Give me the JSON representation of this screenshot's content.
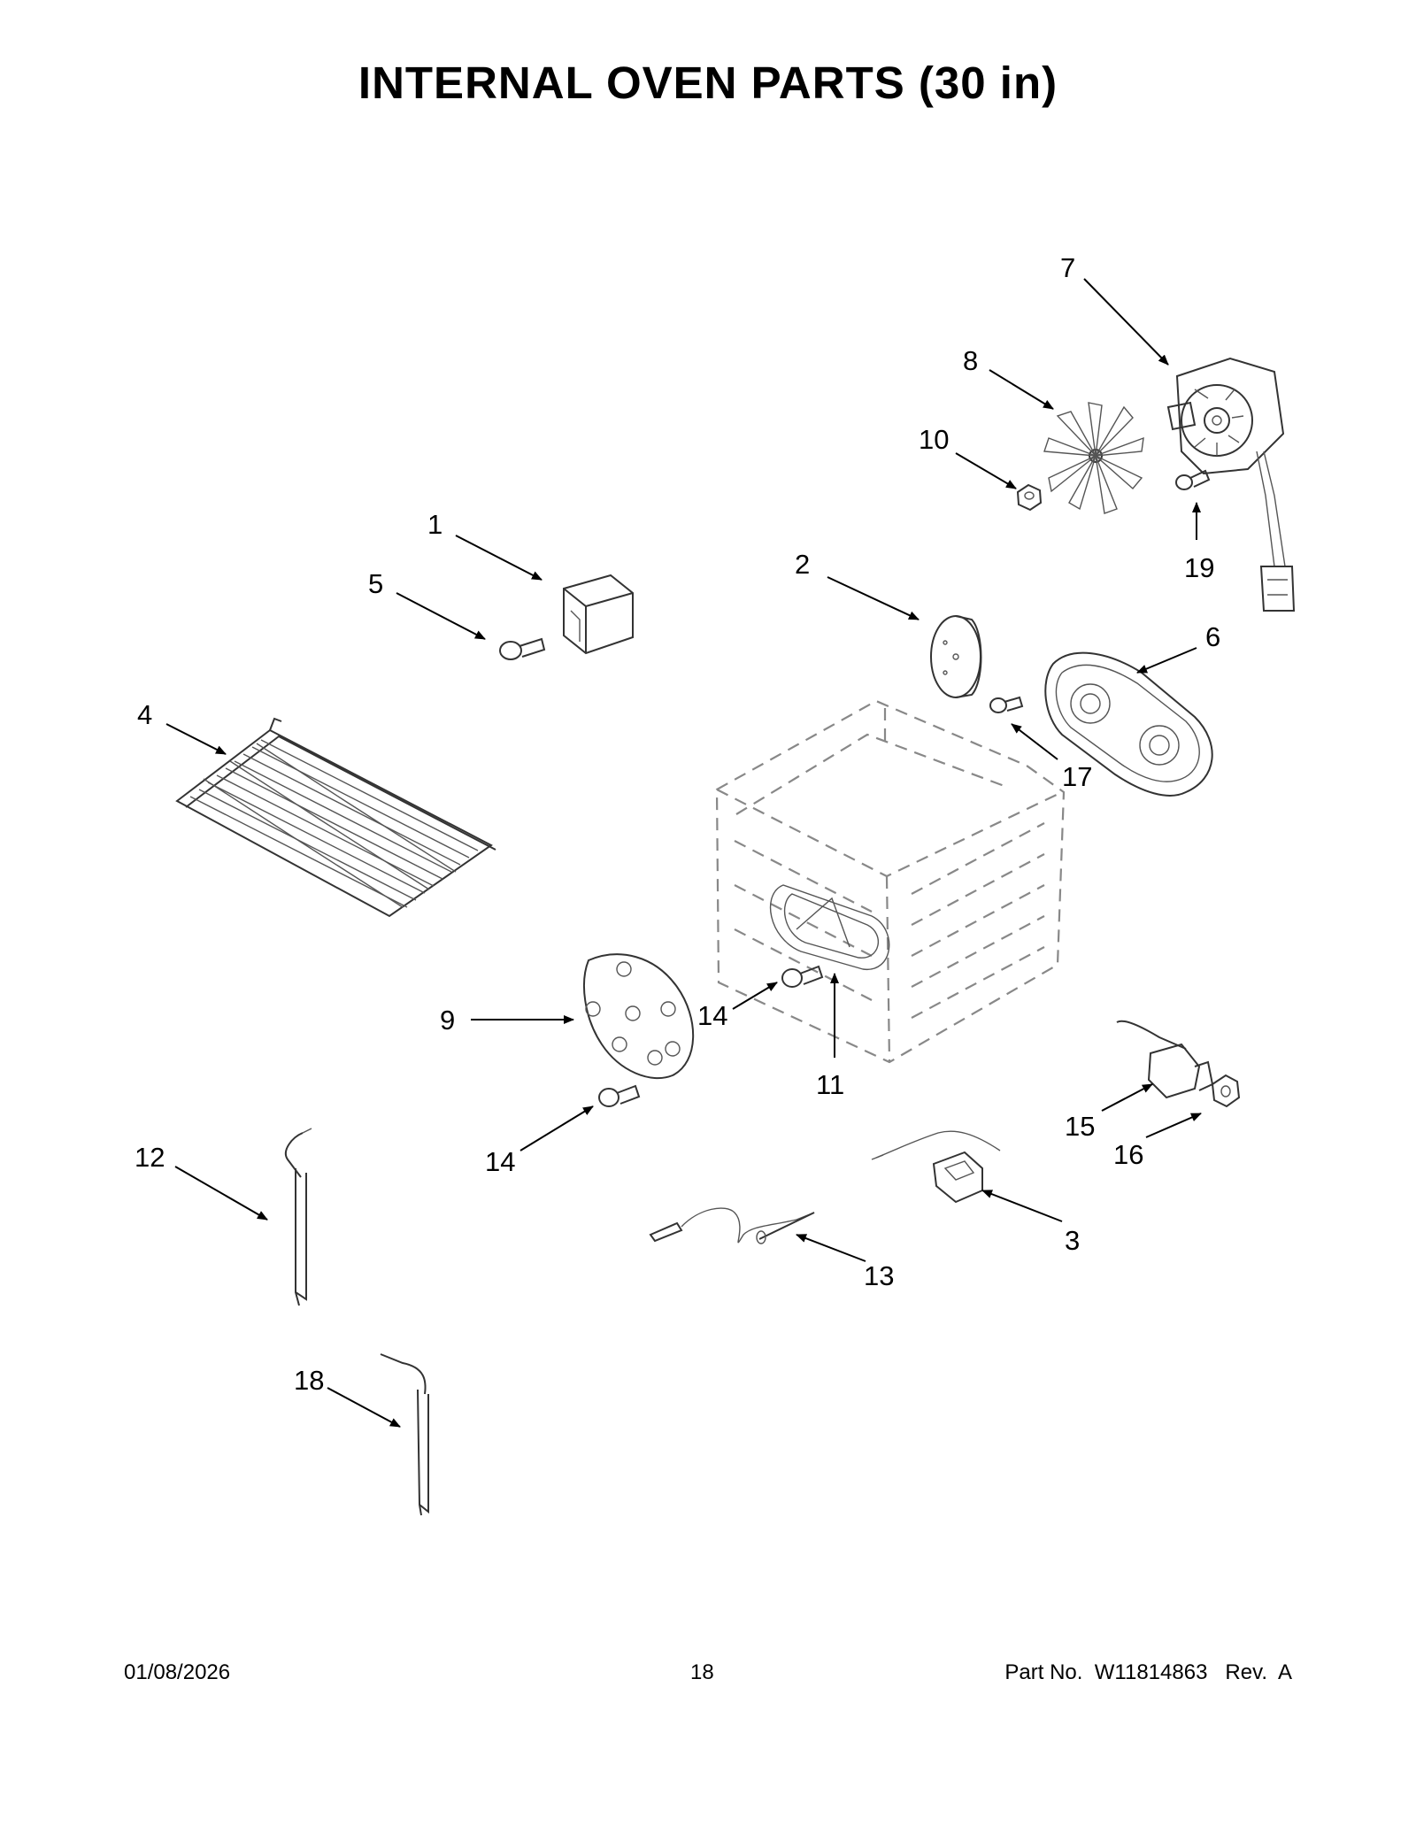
{
  "title": "INTERNAL OVEN PARTS (30 in)",
  "callouts": {
    "c1": "1",
    "c2": "2",
    "c3": "3",
    "c4": "4",
    "c5": "5",
    "c6": "6",
    "c7": "7",
    "c8": "8",
    "c9": "9",
    "c10": "10",
    "c11": "11",
    "c12": "12",
    "c13": "13",
    "c14a": "14",
    "c14b": "14",
    "c15": "15",
    "c16": "16",
    "c17": "17",
    "c18": "18",
    "c19": "19"
  },
  "footer": {
    "date": "01/08/2026",
    "page": "18",
    "part_number": "Part No.  W11814863   Rev.  A"
  }
}
